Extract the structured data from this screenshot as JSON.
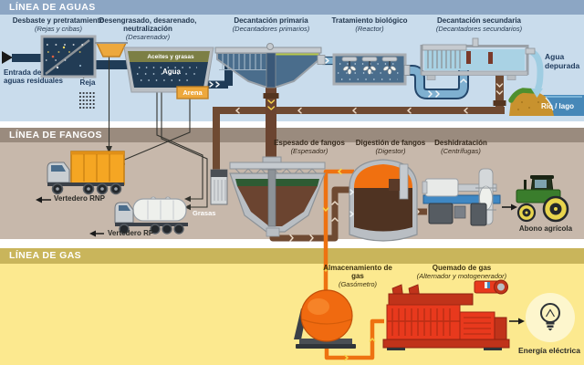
{
  "palette": {
    "water_bg": "#c9dcec",
    "water_band": "#8ca6c4",
    "sludge_bg": "#c7b8ab",
    "sludge_band": "#9a8b7e",
    "gas_bg": "#fce98f",
    "gas_band": "#c9b55b",
    "pipe_water": "#7fb0d0",
    "pipe_sludge": "#6f4a32",
    "pipe_gas": "#ee7211"
  },
  "water_line": {
    "title": "LÍNEA DE AGUAS",
    "stages": [
      {
        "name": "Desbaste y pretratamiento",
        "sub": "(Rejas y cribas)"
      },
      {
        "name": "Desengrasado, desarenado, neutralización",
        "sub": "(Desarenador)"
      },
      {
        "name": "Decantación primaria",
        "sub": "(Decantadores primarios)"
      },
      {
        "name": "Tratamiento biológico",
        "sub": "(Reactor)"
      },
      {
        "name": "Decantación secundaria",
        "sub": "(Decantadores secundarios)"
      }
    ],
    "labels": {
      "inlet_lines": [
        "Entrada de",
        "aguas residuales"
      ],
      "screen": "Reja",
      "oils_scum": "Aceites y grasas",
      "water": "Agua",
      "sand": "Arena",
      "treated_lines": [
        "Agua",
        "depurada"
      ],
      "river": "Río / lago"
    }
  },
  "sludge_line": {
    "title": "LÍNEA DE FANGOS",
    "stages": [
      {
        "name": "Espesado de fangos",
        "sub": "(Espesador)"
      },
      {
        "name": "Digestión de fangos",
        "sub": "(Digestor)"
      },
      {
        "name": "Deshidratación",
        "sub": "(Centrífugas)"
      }
    ],
    "labels": {
      "landfill_rnp": "Vertedero RNP",
      "landfill_rp": "Vertedero RP",
      "grease": "Grasas",
      "fertilizer": "Abono agrícola"
    }
  },
  "gas_line": {
    "title": "LÍNEA DE GAS",
    "stages": [
      {
        "name": "Almacenamiento de gas",
        "sub": "(Gasómetro)"
      },
      {
        "name": "Quemado de gas",
        "sub": "(Alternador y motogenerador)"
      }
    ],
    "labels": {
      "electricity": "Energía eléctrica"
    }
  }
}
